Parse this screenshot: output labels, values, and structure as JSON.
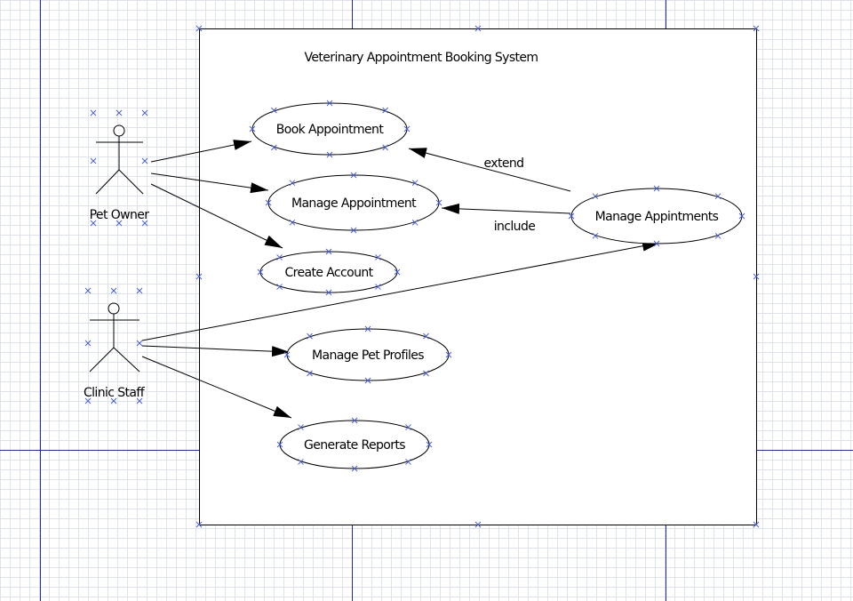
{
  "system": {
    "title": "Veterinary Appointment Booking System"
  },
  "actors": [
    {
      "id": "pet-owner",
      "label": "Pet Owner"
    },
    {
      "id": "clinic-staff",
      "label": "Clinic Staff"
    }
  ],
  "use_cases": [
    {
      "id": "book-appointment",
      "label": "Book Appointment"
    },
    {
      "id": "manage-appointment",
      "label": "Manage Appointment"
    },
    {
      "id": "create-account",
      "label": "Create Account"
    },
    {
      "id": "manage-pet-profiles",
      "label": "Manage Pet Profiles"
    },
    {
      "id": "generate-reports",
      "label": "Generate Reports"
    },
    {
      "id": "manage-appintments",
      "label": "Manage Appintments"
    }
  ],
  "relations": [
    {
      "from": "pet-owner",
      "to": "book-appointment",
      "label": ""
    },
    {
      "from": "pet-owner",
      "to": "manage-appointment",
      "label": ""
    },
    {
      "from": "pet-owner",
      "to": "create-account",
      "label": ""
    },
    {
      "from": "clinic-staff",
      "to": "manage-appintments",
      "label": ""
    },
    {
      "from": "clinic-staff",
      "to": "manage-pet-profiles",
      "label": ""
    },
    {
      "from": "clinic-staff",
      "to": "generate-reports",
      "label": ""
    },
    {
      "from": "manage-appintments",
      "to": "book-appointment",
      "label": "extend"
    },
    {
      "from": "manage-appintments",
      "to": "manage-appointment",
      "label": "include"
    }
  ],
  "colors": {
    "grid_minor": "#dfe4ec",
    "grid_major": "#1f2d9a",
    "selection_handle": "#4a5fd0",
    "stroke": "#000000"
  }
}
